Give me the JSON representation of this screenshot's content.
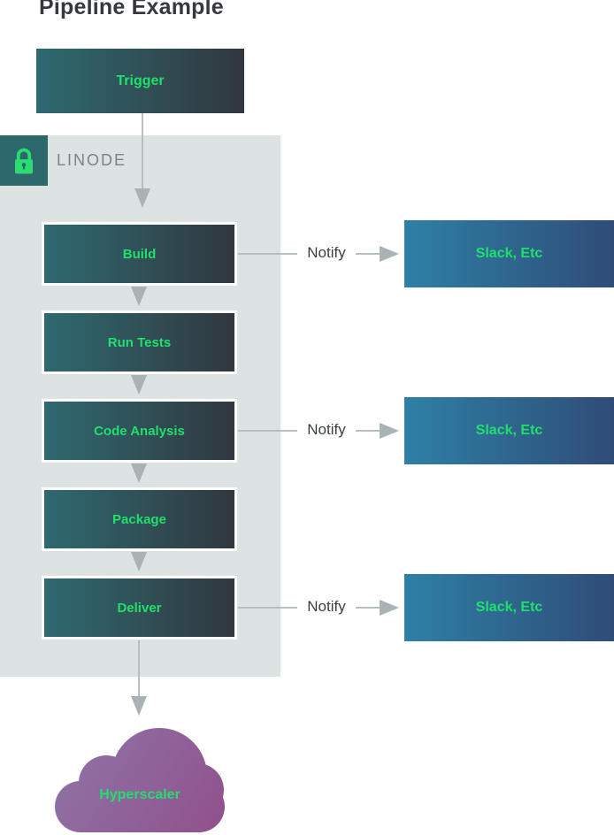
{
  "title": "Pipeline Example",
  "trigger": {
    "label": "Trigger"
  },
  "linode_zone": {
    "label": "LINODE",
    "icon": "lock-icon"
  },
  "pipeline_steps": [
    {
      "label": "Build",
      "notify": "Notify",
      "notify_target": "Slack, Etc"
    },
    {
      "label": "Run Tests"
    },
    {
      "label": "Code Analysis",
      "notify": "Notify",
      "notify_target": "Slack, Etc"
    },
    {
      "label": "Package"
    },
    {
      "label": "Deliver",
      "notify": "Notify",
      "notify_target": "Slack, Etc"
    }
  ],
  "hyperscaler": {
    "label": "Hyperscaler"
  },
  "colors": {
    "accent_green": "#20df6c",
    "node_gradient_start": "#2e6a70",
    "node_gradient_end": "#31373e",
    "slack_gradient_start": "#2e80a6",
    "slack_gradient_end": "#2f4c77",
    "cloud_gradient_start": "#8e76a8",
    "cloud_gradient_end": "#91508c",
    "zone_background": "#dce3e2",
    "lock_badge_background": "#2c686c",
    "arrow_gray": "#b7bfbf",
    "title_color": "#35393e",
    "zone_label_color": "#7c8285",
    "notify_text_color": "#3a4045"
  }
}
